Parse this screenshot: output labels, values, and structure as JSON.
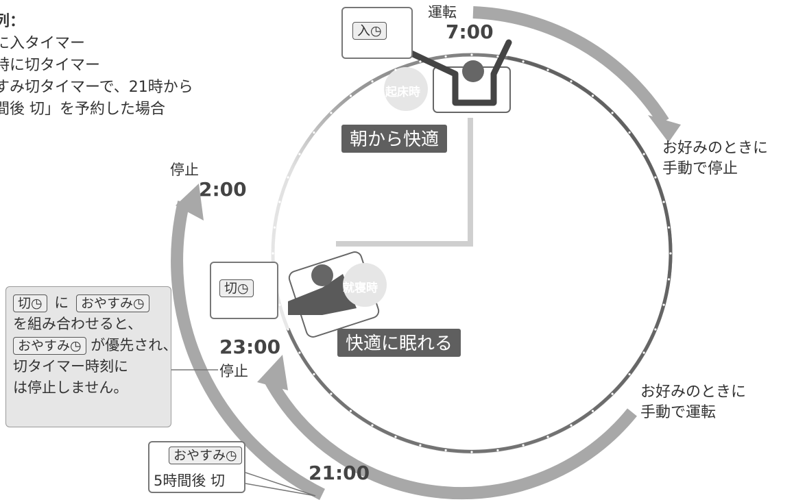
{
  "note": {
    "title": "列：",
    "lines": [
      "に入タイマー",
      "時に切タイマー",
      "すみ切タイマーで、21時から",
      "間後 切」を予約した場合"
    ]
  },
  "times": {
    "t0700": "7:00",
    "t0200": "2:00",
    "t2300": "23:00",
    "t2100": "21:00"
  },
  "labels": {
    "unten": "運転",
    "teishi_top": "停止",
    "teishi_mid": "停止",
    "manual_stop_1": "お好みのときに",
    "manual_stop_2": "手動で停止",
    "manual_run_1": "お好みのときに",
    "manual_run_2": "手動で運転"
  },
  "events": {
    "wake": "起床時",
    "sleep": "就寝時"
  },
  "banners": {
    "morning": "朝から快適",
    "night": "快適に眠れる"
  },
  "callouts": {
    "on_timer": "入◷",
    "off_timer": "切◷",
    "sleep_timer": "おやすみ◷",
    "sleep_timer_text": "5時間後 切"
  },
  "info": {
    "key1": "切◷",
    "ni": "に",
    "key2": "おやすみ◷",
    "line2": "を組み合わせると、",
    "key3": "おやすみ◷",
    "line3_tail": "が優先され、",
    "line4": "切タイマー時刻に",
    "line5": "は停止しません。"
  },
  "colors": {
    "arrow_gray": "#a8a8a8",
    "banner_bg": "#5f5f5f",
    "ring_dark": "#606060",
    "ring_light": "#e2e2e2"
  }
}
